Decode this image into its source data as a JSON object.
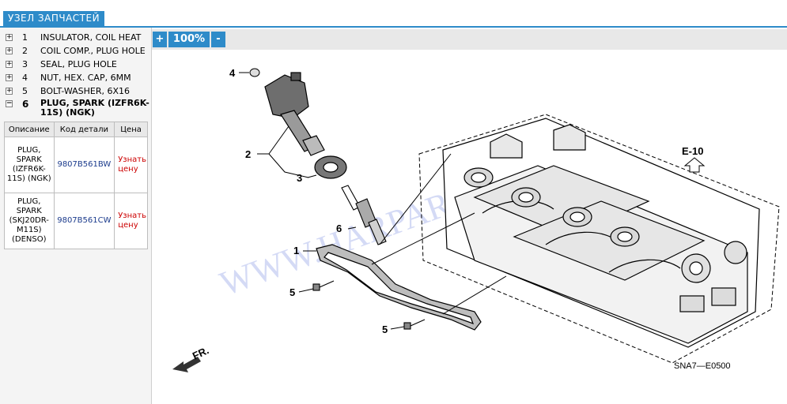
{
  "header": {
    "tab_label": "УЗЕЛ ЗАПЧАСТЕЙ"
  },
  "tree": {
    "items": [
      {
        "expander": "+",
        "num": "1",
        "label": "INSULATOR, COIL HEAT"
      },
      {
        "expander": "+",
        "num": "2",
        "label": "COIL COMP., PLUG HOLE"
      },
      {
        "expander": "+",
        "num": "3",
        "label": "SEAL, PLUG HOLE"
      },
      {
        "expander": "+",
        "num": "4",
        "label": "NUT, HEX. CAP, 6MM"
      },
      {
        "expander": "+",
        "num": "5",
        "label": "BOLT-WASHER, 6X16"
      },
      {
        "expander": "−",
        "num": "6",
        "label": "PLUG, SPARK (IZFR6K-11S) (NGK)"
      }
    ]
  },
  "parts_table": {
    "headers": [
      "Описание",
      "Код детали",
      "Цена"
    ],
    "rows": [
      {
        "description": "PLUG, SPARK (IZFR6K-11S) (NGK)",
        "code": "9807B561BW",
        "price": "Узнать цену"
      },
      {
        "description": "PLUG, SPARK (SKJ20DR-M11S) (DENSO)",
        "code": "9807B561CW",
        "price": "Узнать цену"
      }
    ]
  },
  "toolbar": {
    "zoom_in": "+",
    "zoom_level": "100%",
    "zoom_out": "-"
  },
  "diagram": {
    "callouts": {
      "c1": "1",
      "c2": "2",
      "c3": "3",
      "c4": "4",
      "c5a": "5",
      "c5b": "5",
      "c6": "6"
    },
    "ref_label": "E-10",
    "fr_label": "FR.",
    "code_label": "SNA7—E0500",
    "watermark": "WWW.HARPARTS.RU"
  },
  "colors": {
    "accent": "#2e8bc9",
    "price": "#cc0000",
    "code": "#1a3a8c"
  }
}
